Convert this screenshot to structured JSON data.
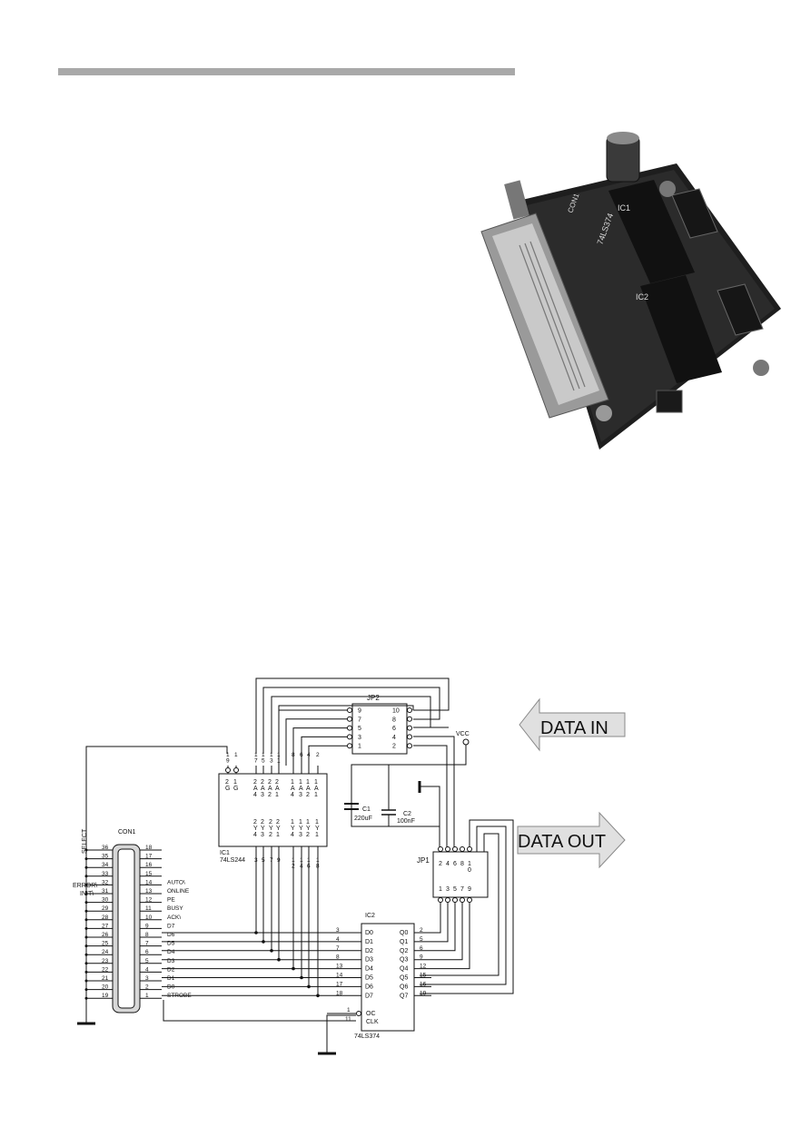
{
  "colors": {
    "top_bar": "#a9a9a9",
    "wire": "#111111",
    "arrow_fill": "#e0e0e0",
    "board": "#1e1e1e"
  },
  "photo": {
    "connector_label": "CON1",
    "ic1_label": "IC1",
    "ic2_label": "IC2",
    "part_text": "74LS374"
  },
  "labels": {
    "data_in": "DATA IN",
    "data_out": "DATA OUT",
    "vcc": "VCC",
    "select": "SELECT",
    "con1": "CON1",
    "jp1": "JP1",
    "jp2": "JP2",
    "ic1_name": "IC1",
    "ic1_part": "74LS244",
    "ic2_name": "IC2",
    "ic2_part": "74LS374",
    "c1_name": "C1",
    "c1_value": "220uF",
    "c2_name": "C2",
    "c2_value": "100nF",
    "error": "ERROR\\",
    "init": "INIT\\"
  },
  "con1": {
    "left_pins": [
      "36",
      "35",
      "34",
      "33",
      "32",
      "31",
      "30",
      "29",
      "28",
      "27",
      "26",
      "25",
      "24",
      "23",
      "22",
      "21",
      "20",
      "19"
    ],
    "right_pins": [
      "18",
      "17",
      "16",
      "15",
      "14",
      "13",
      "12",
      "11",
      "10",
      "9",
      "8",
      "7",
      "6",
      "5",
      "4",
      "3",
      "2",
      "1"
    ],
    "signals": [
      "",
      "",
      "",
      "",
      "AUTO\\",
      "ONLINE",
      "PE",
      "BUSY",
      "ACK\\",
      "D7",
      "D6",
      "D5",
      "D4",
      "D3",
      "D2",
      "D1",
      "D0",
      "STROBE"
    ]
  },
  "jp2": {
    "left_pins": [
      "9",
      "7",
      "5",
      "3",
      "1"
    ],
    "right_pins": [
      "10",
      "8",
      "6",
      "4",
      "2"
    ]
  },
  "jp1": {
    "top_pins": [
      "2",
      "4",
      "6",
      "8",
      "1\n0"
    ],
    "bottom_pins": [
      "1",
      "3",
      "5",
      "7",
      "9"
    ]
  },
  "ic1": {
    "top_pins": [
      "1\n9",
      "1",
      "1\n7",
      "1\n5",
      "1\n3",
      "1\n1",
      "8",
      "6",
      "4",
      "2"
    ],
    "g_labels": [
      "2\nG",
      "1\nG"
    ],
    "a_labels": [
      "2\nA\n4",
      "2\nA\n3",
      "2\nA\n2",
      "2\nA\n1",
      "1\nA\n4",
      "1\nA\n3",
      "1\nA\n2",
      "1\nA\n1"
    ],
    "y_labels": [
      "2\nY\n4",
      "2\nY\n3",
      "2\nY\n2",
      "2\nY\n1",
      "1\nY\n4",
      "1\nY\n3",
      "1\nY\n2",
      "1\nY\n1"
    ],
    "bottom_pins": [
      "3",
      "5",
      "7",
      "9",
      "1\n2",
      "1\n4",
      "1\n6",
      "1\n8"
    ]
  },
  "ic2": {
    "inputs": [
      "D0",
      "D1",
      "D2",
      "D3",
      "D4",
      "D5",
      "D6",
      "D7"
    ],
    "input_pins": [
      "3",
      "4",
      "7",
      "8",
      "13",
      "14",
      "17",
      "18"
    ],
    "outputs": [
      "Q0",
      "Q1",
      "Q2",
      "Q3",
      "Q4",
      "Q5",
      "Q6",
      "Q7"
    ],
    "output_pins": [
      "2",
      "5",
      "6",
      "9",
      "12",
      "15",
      "16",
      "19"
    ],
    "oc_label": "OC",
    "oc_pin": "1",
    "clk_label": "CLK",
    "clk_pin": "11"
  }
}
